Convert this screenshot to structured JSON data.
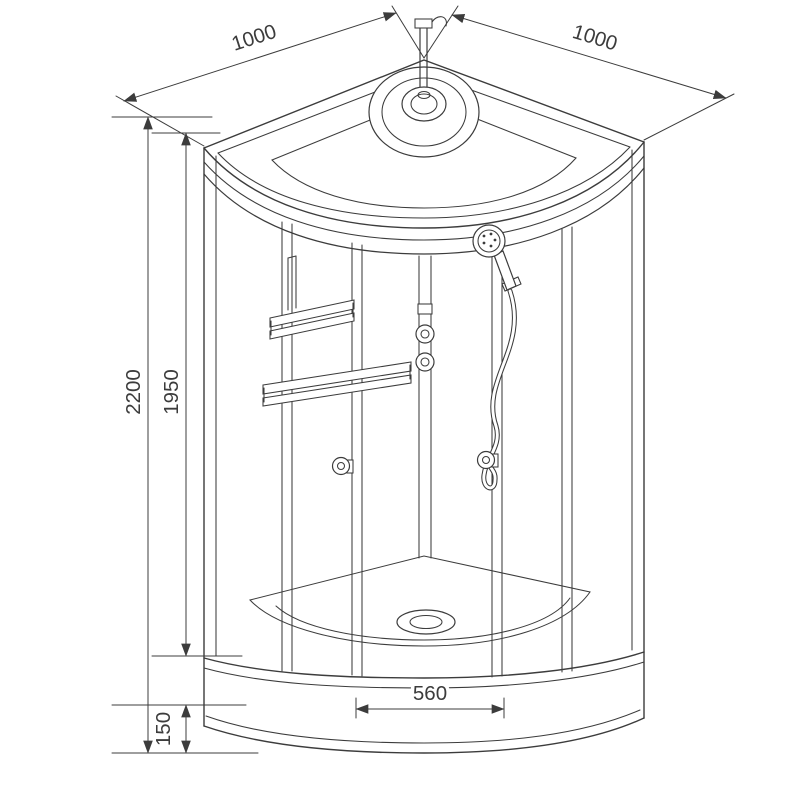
{
  "page": {
    "background": "#ffffff"
  },
  "drawing": {
    "line_color": "#3c3c3c",
    "type": "shower-cabin-dimension-drawing",
    "dimensions": {
      "width_left": "1000",
      "width_right": "1000",
      "total_height": "2200",
      "cabin_height": "1950",
      "tray_height": "150",
      "inner_width": "560"
    }
  }
}
